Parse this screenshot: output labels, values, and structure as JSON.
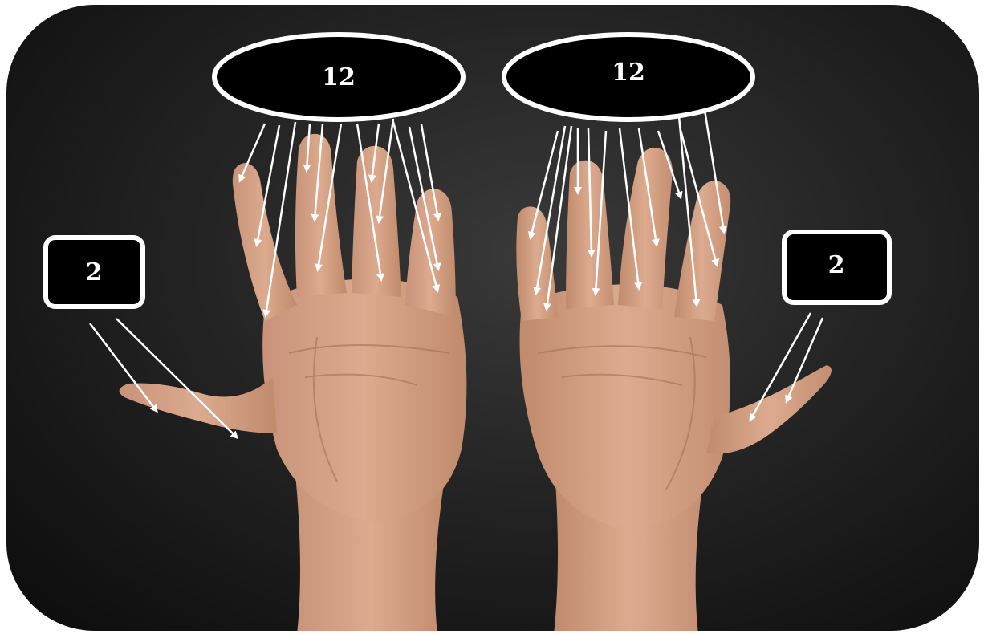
{
  "labels": {
    "left_oval": "12",
    "right_oval": "12",
    "left_box": "2",
    "right_box": "2"
  },
  "colors": {
    "background": "#1c1c1c",
    "skin": "#d9a688",
    "skin_shadow": "#b98468",
    "annotation": "#ffffff"
  }
}
